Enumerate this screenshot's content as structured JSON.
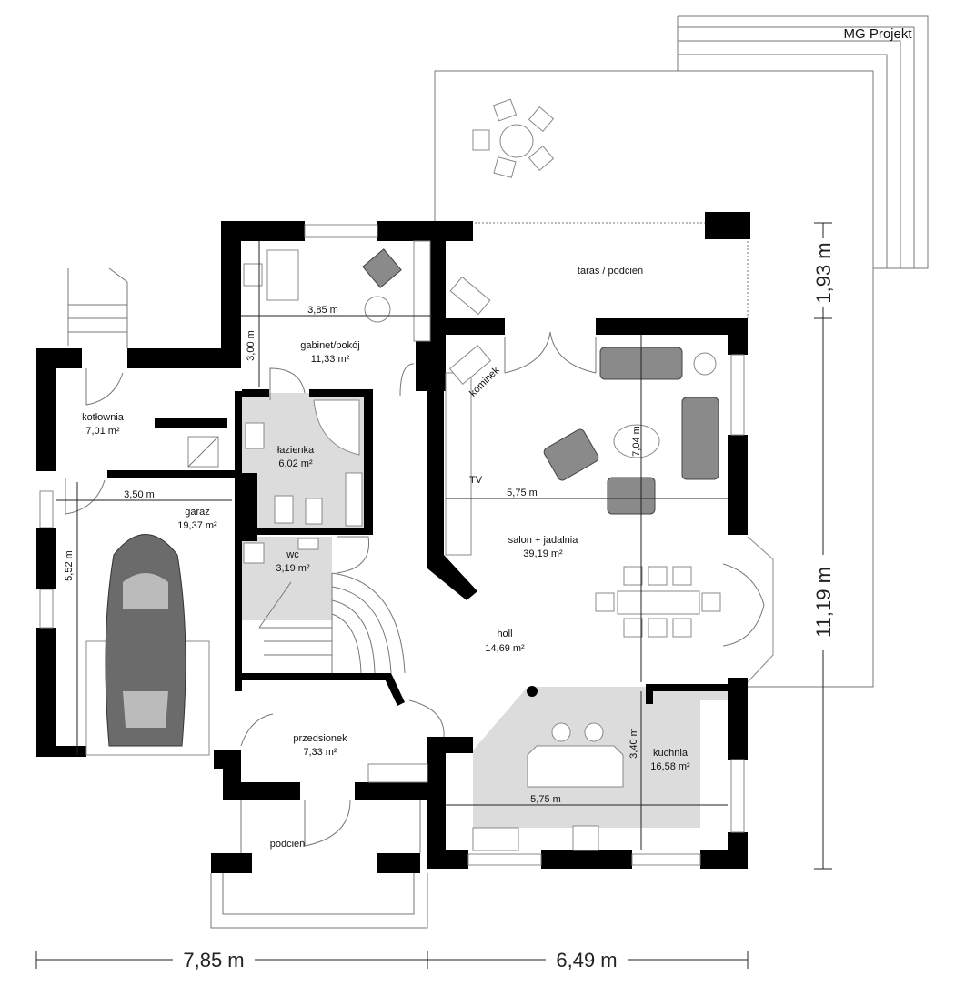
{
  "logo": "MG Projekt",
  "rooms": {
    "gabinet": {
      "name": "gabinet/pokój",
      "area": "11,33 m²"
    },
    "kotlownia": {
      "name": "kotłownia",
      "area": "7,01 m²"
    },
    "lazienka": {
      "name": "łazienka",
      "area": "6,02 m²"
    },
    "garaz": {
      "name": "garaż",
      "area": "19,37 m²"
    },
    "wc": {
      "name": "wc",
      "area": "3,19 m²"
    },
    "holl": {
      "name": "holl",
      "area": "14,69 m²"
    },
    "salon": {
      "name": "salon + jadalnia",
      "area": "39,19 m²"
    },
    "kuchnia": {
      "name": "kuchnia",
      "area": "16,58 m²"
    },
    "przedsionek": {
      "name": "przedsionek",
      "area": "7,33 m²"
    },
    "podcien": {
      "name": "podcień"
    },
    "taras": {
      "name": "taras / podcień"
    }
  },
  "labels": {
    "kominek": "kominek",
    "tv": "TV"
  },
  "dimensions": {
    "gabinet_w": "3,85 m",
    "gabinet_h": "3,00 m",
    "garaz_w": "3,50 m",
    "garaz_h": "5,52 m",
    "salon_w": "5,75 m",
    "salon_h": "7,04 m",
    "kuchnia_w": "5,75 m",
    "kuchnia_h": "3,40 m",
    "total_left": "7,85 m",
    "total_right": "6,49 m",
    "side_top": "1,93 m",
    "side_main": "11,19 m"
  }
}
